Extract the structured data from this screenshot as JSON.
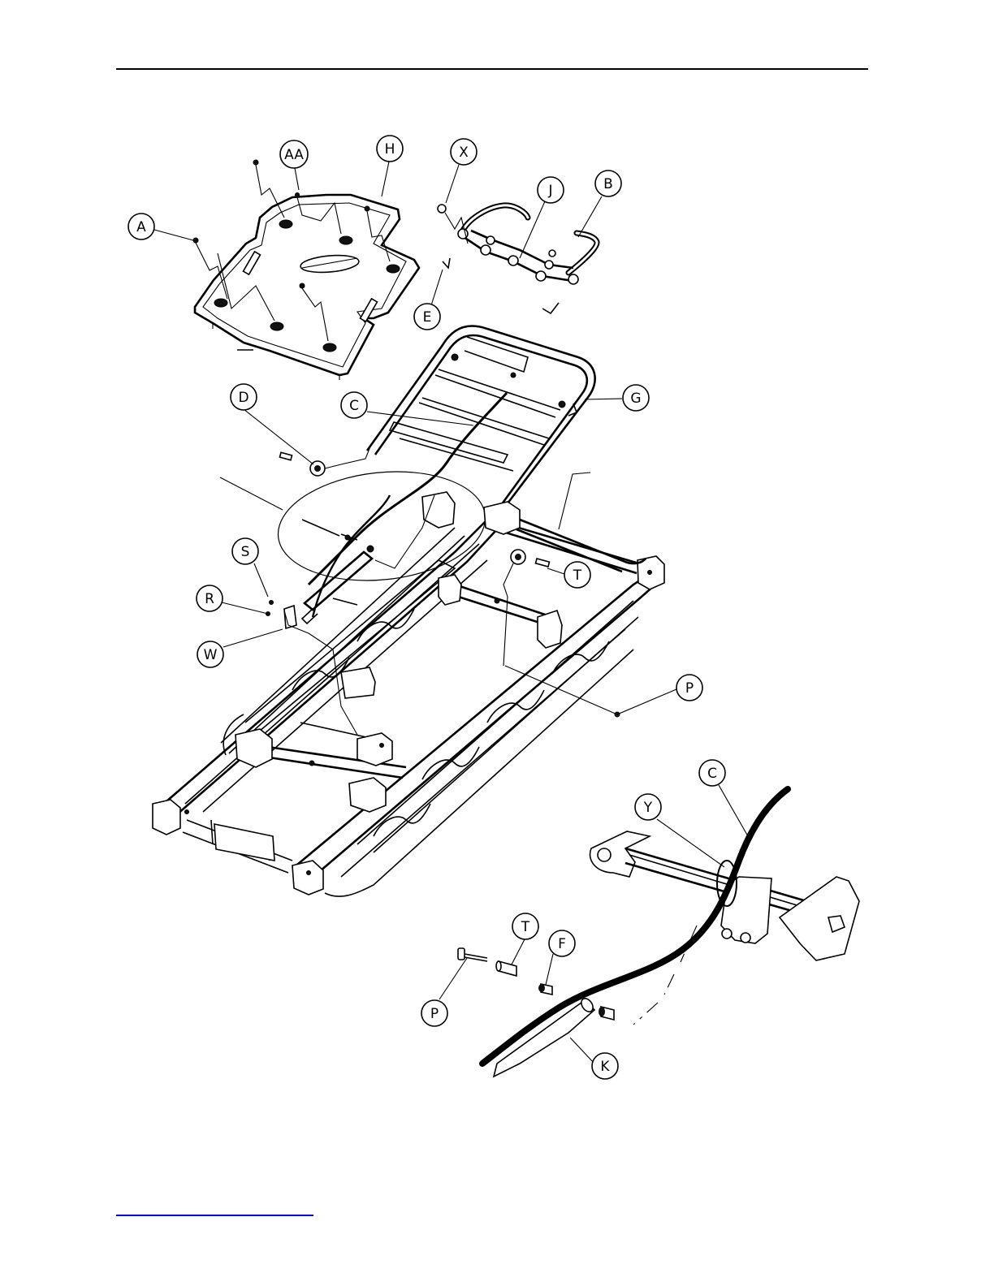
{
  "callouts": {
    "AA": "AA",
    "H": "H",
    "X": "X",
    "J": "J",
    "B": "B",
    "A": "A",
    "E": "E",
    "G": "G",
    "D": "D",
    "C_top": "C",
    "S": "S",
    "T_top": "T",
    "R": "R",
    "W": "W",
    "P_top": "P",
    "C_detail": "C",
    "Y": "Y",
    "T_detail": "T",
    "F": "F",
    "P_detail": "P",
    "K": "K"
  },
  "colors": {
    "line": "#000000",
    "footer_link": "#0000ee"
  }
}
